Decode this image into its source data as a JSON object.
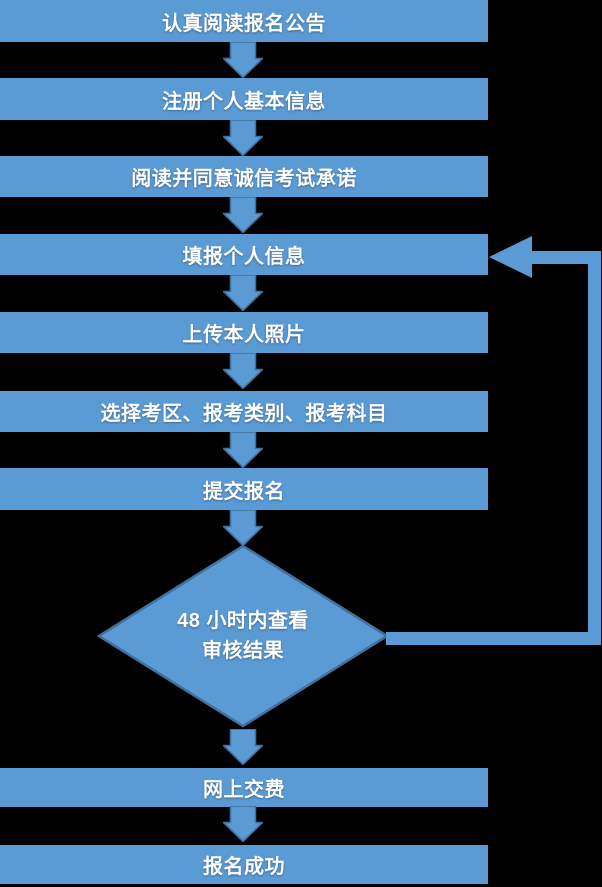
{
  "diagram": {
    "type": "flowchart",
    "topic": "exam-registration-process",
    "steps": [
      "认真阅读报名公告",
      "注册个人基本信息",
      "阅读并同意诚信考试承诺",
      "填报个人信息",
      "上传本人照片",
      "选择考区、报考类别、报考科目",
      "提交报名"
    ],
    "decision": {
      "line1": "48 小时内查看",
      "line2": "审核结果"
    },
    "final_steps": [
      "网上交费",
      "报名成功"
    ],
    "loop": {
      "from": "48 小时内查看审核结果",
      "to": "填报个人信息"
    }
  },
  "colors": {
    "background": "#000000",
    "shape_fill": "#5B9BD5",
    "shape_border": "#41719C",
    "text": "#FFFFFF"
  }
}
